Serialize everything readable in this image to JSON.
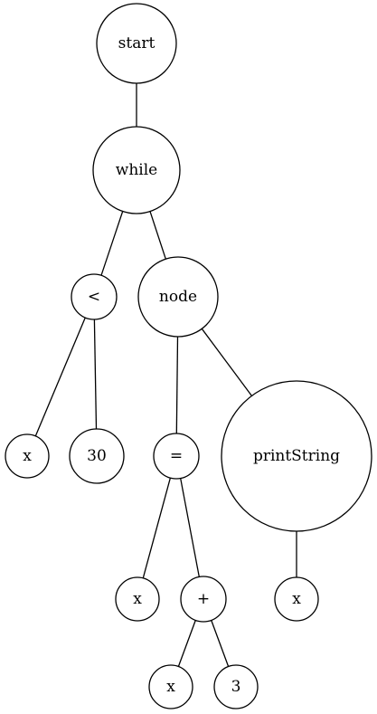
{
  "tree": {
    "nodes": {
      "start": "start",
      "while": "while",
      "lt": "<",
      "node": "node",
      "x1": "x",
      "n30": "30",
      "eq": "=",
      "printString": "printString",
      "x2": "x",
      "plus": "+",
      "x4": "x",
      "x3": "x",
      "n3": "3"
    },
    "edges": [
      [
        "start",
        "while"
      ],
      [
        "while",
        "lt"
      ],
      [
        "while",
        "node"
      ],
      [
        "lt",
        "x1"
      ],
      [
        "lt",
        "n30"
      ],
      [
        "node",
        "eq"
      ],
      [
        "node",
        "printString"
      ],
      [
        "eq",
        "x2"
      ],
      [
        "eq",
        "plus"
      ],
      [
        "plus",
        "x3"
      ],
      [
        "plus",
        "n3"
      ],
      [
        "printString",
        "x4"
      ]
    ]
  }
}
